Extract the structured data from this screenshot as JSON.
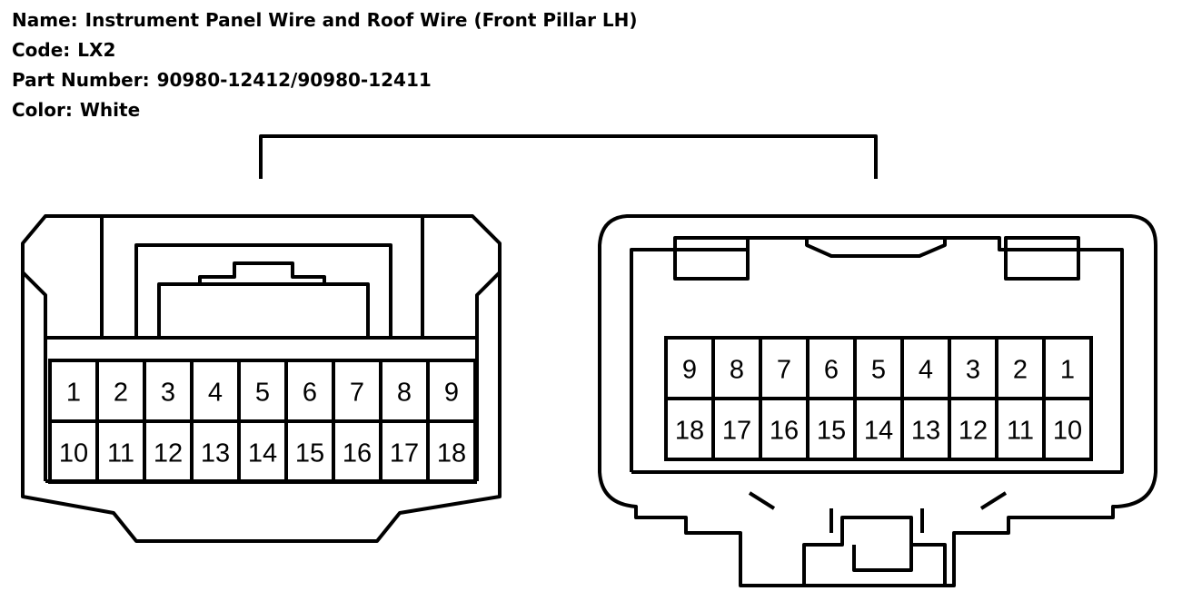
{
  "header": {
    "name_label": "Name:",
    "name_value": "Instrument Panel Wire and Roof Wire (Front Pillar LH)",
    "code_label": "Code:",
    "code_value": "LX2",
    "part_label": "Part Number:",
    "part_value": "90980-12412/90980-12411",
    "color_label": "Color:",
    "color_value": "White"
  },
  "left_connector": {
    "top_row": [
      "1",
      "2",
      "3",
      "4",
      "5",
      "6",
      "7",
      "8",
      "9"
    ],
    "bottom_row": [
      "10",
      "11",
      "12",
      "13",
      "14",
      "15",
      "16",
      "17",
      "18"
    ]
  },
  "right_connector": {
    "top_row": [
      "9",
      "8",
      "7",
      "6",
      "5",
      "4",
      "3",
      "2",
      "1"
    ],
    "bottom_row": [
      "18",
      "17",
      "16",
      "15",
      "14",
      "13",
      "12",
      "11",
      "10"
    ]
  }
}
